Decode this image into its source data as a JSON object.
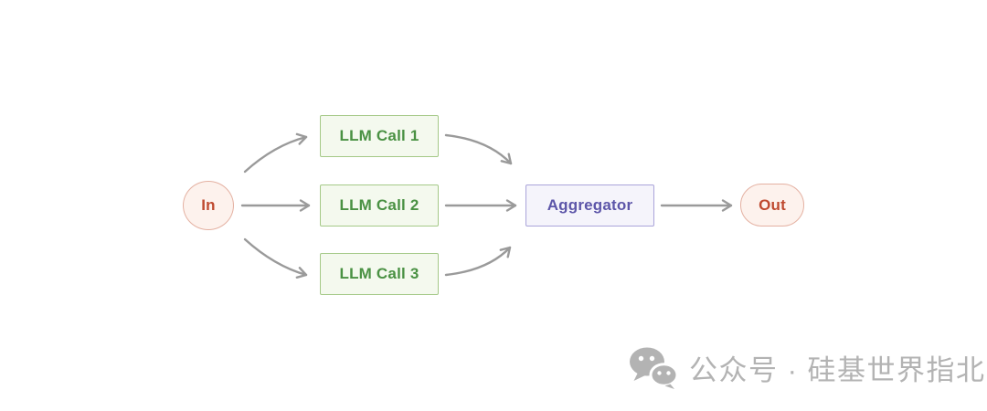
{
  "diagram": {
    "name": "parallelization-workflow",
    "nodes": {
      "in": {
        "label": "In",
        "shape": "circle"
      },
      "llm1": {
        "label": "LLM Call 1",
        "shape": "rect"
      },
      "llm2": {
        "label": "LLM Call 2",
        "shape": "rect"
      },
      "llm3": {
        "label": "LLM Call 3",
        "shape": "rect"
      },
      "aggregator": {
        "label": "Aggregator",
        "shape": "rect"
      },
      "out": {
        "label": "Out",
        "shape": "pill"
      }
    },
    "edges": [
      {
        "from": "in",
        "to": "llm1",
        "style": "curved-up"
      },
      {
        "from": "in",
        "to": "llm2",
        "style": "straight"
      },
      {
        "from": "in",
        "to": "llm3",
        "style": "curved-down"
      },
      {
        "from": "llm1",
        "to": "aggregator",
        "style": "curved-down"
      },
      {
        "from": "llm2",
        "to": "aggregator",
        "style": "straight"
      },
      {
        "from": "llm3",
        "to": "aggregator",
        "style": "curved-up"
      },
      {
        "from": "aggregator",
        "to": "out",
        "style": "straight"
      }
    ],
    "colors": {
      "background": "#ffffff",
      "io_fill": "#fdf2ed",
      "io_border": "#e4b1a2",
      "io_text": "#bf4a30",
      "llm_fill": "#f4f9ee",
      "llm_border": "#a5c988",
      "llm_text": "#4a9143",
      "aggregator_fill": "#f5f4fb",
      "aggregator_border": "#aaa4da",
      "aggregator_text": "#5d56a9",
      "arrow": "#9a9a9a"
    }
  },
  "watermark": {
    "label": "公众号 · 硅基世界指北",
    "icon": "wechat-icon",
    "color": "#b3b3b3"
  }
}
